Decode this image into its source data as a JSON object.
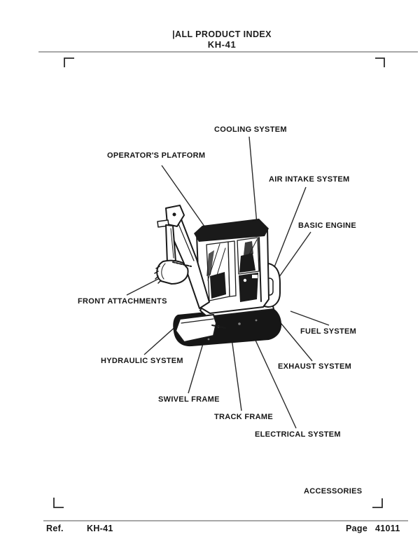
{
  "header": {
    "title": "|ALL PRODUCT INDEX",
    "subtitle": "KH-41"
  },
  "diagram": {
    "illustration": "mini-excavator line drawing",
    "labels": {
      "cooling": "COOLING SYSTEM",
      "operators_platform": "OPERATOR'S PLATFORM",
      "air_intake": "AIR INTAKE SYSTEM",
      "basic_engine": "BASIC ENGINE",
      "front_attachments": "FRONT ATTACHMENTS",
      "fuel": "FUEL SYSTEM",
      "exhaust": "EXHAUST SYSTEM",
      "hydraulic": "HYDRAULIC SYSTEM",
      "swivel_frame": "SWIVEL FRAME",
      "track_frame": "TRACK FRAME",
      "electrical": "ELECTRICAL SYSTEM",
      "accessories": "ACCESSORIES"
    }
  },
  "footer": {
    "ref_label": "Ref.",
    "ref_value": "KH-41",
    "page_label": "Page",
    "page_value": "41011"
  },
  "colors": {
    "text": "#1a1a1a",
    "rule": "#a8a8a8",
    "background": "#ffffff",
    "ink": "#161616"
  }
}
